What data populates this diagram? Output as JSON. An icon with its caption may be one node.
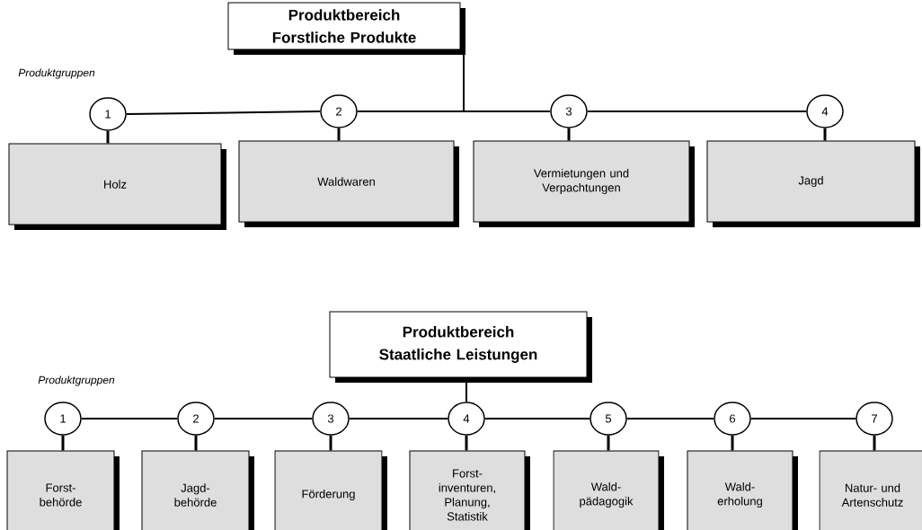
{
  "diagram": {
    "nodes": [
      {
        "text": [
          "Produktbereich Forstliche Produkte"
        ]
      },
      {
        "text": [
          "1"
        ]
      },
      {
        "text": [
          "2"
        ]
      },
      {
        "text": [
          "3"
        ]
      },
      {
        "text": [
          "4"
        ]
      },
      {
        "text": [
          "Holz"
        ]
      },
      {
        "text": [
          "Waldwaren"
        ]
      },
      {
        "text": [
          "Vermietungen und Verpachtungen"
        ]
      },
      {
        "text": [
          "Jagd"
        ]
      },
      {
        "text": [
          "Produktbereich Staatliche Leistungen"
        ]
      },
      {
        "text": [
          "1"
        ]
      },
      {
        "text": [
          "2"
        ]
      },
      {
        "text": [
          "3"
        ]
      },
      {
        "text": [
          "4"
        ]
      },
      {
        "text": [
          "5"
        ]
      },
      {
        "text": [
          "6"
        ]
      },
      {
        "text": [
          "7"
        ]
      },
      {
        "text": [
          "Forst- behörde"
        ]
      },
      {
        "text": [
          "Jagd- behörde"
        ]
      },
      {
        "text": [
          "Förderung"
        ]
      },
      {
        "text": [
          "Forst- inventuren, Planung, Statistik"
        ]
      },
      {
        "text": [
          "Wald- pädagogik"
        ]
      },
      {
        "text": [
          "Wald- erholung"
        ]
      },
      {
        "text": [
          "Natur- und Artenschutz"
        ]
      }
    ],
    "edges": [
      {
        "from": 0,
        "to": 2,
        "arrow": "none"
      },
      {
        "from": 0,
        "to": 3,
        "arrow": "none"
      },
      {
        "from": 2,
        "to": 1,
        "arrow": "none"
      },
      {
        "from": 3,
        "to": 4,
        "arrow": "none"
      },
      {
        "from": 1,
        "to": 5,
        "arrow": "none"
      },
      {
        "from": 2,
        "to": 6,
        "arrow": "none"
      },
      {
        "from": 3,
        "to": 7,
        "arrow": "none"
      },
      {
        "from": 4,
        "to": 8,
        "arrow": "none"
      },
      {
        "from": 9,
        "to": 13,
        "arrow": "none"
      },
      {
        "from": 13,
        "to": 12,
        "arrow": "none"
      },
      {
        "from": 12,
        "to": 11,
        "arrow": "none"
      },
      {
        "from": 11,
        "to": 10,
        "arrow": "none"
      },
      {
        "from": 13,
        "to": 14,
        "arrow": "none"
      },
      {
        "from": 14,
        "to": 15,
        "arrow": "none"
      },
      {
        "from": 15,
        "to": 16,
        "arrow": "none"
      },
      {
        "from": 10,
        "to": 17,
        "arrow": "none"
      },
      {
        "from": 11,
        "to": 18,
        "arrow": "none"
      },
      {
        "from": 12,
        "to": 19,
        "arrow": "none"
      },
      {
        "from": 13,
        "to": 20,
        "arrow": "none"
      },
      {
        "from": 14,
        "to": 21,
        "arrow": "none"
      },
      {
        "from": 15,
        "to": 22,
        "arrow": "none"
      },
      {
        "from": 16,
        "to": 23,
        "arrow": "none"
      }
    ],
    "labels": [
      "Produktgruppen",
      "Produktgruppen"
    ]
  }
}
